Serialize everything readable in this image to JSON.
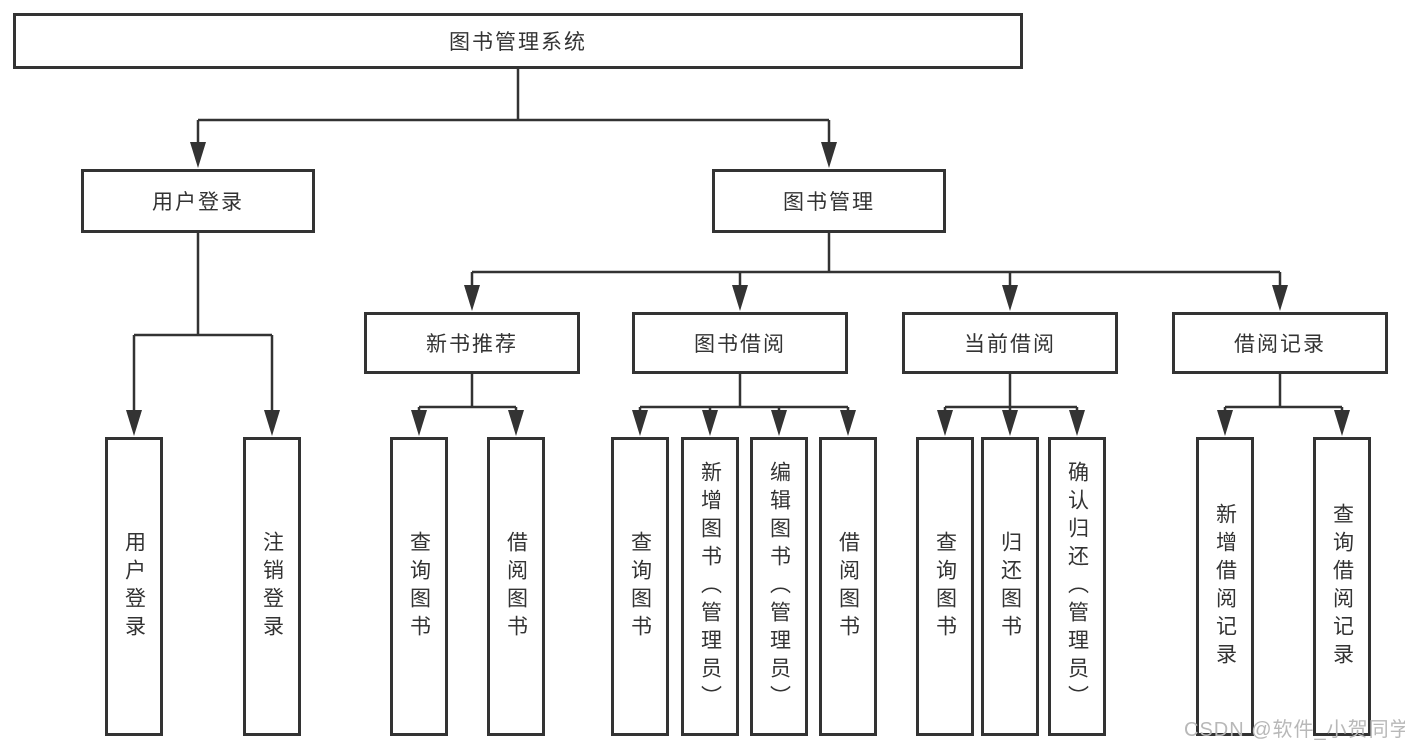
{
  "diagram": {
    "root": {
      "label": "图书管理系统"
    },
    "branches": [
      {
        "label": "用户登录",
        "children": [
          {
            "label": "用户登录"
          },
          {
            "label": "注销登录"
          }
        ]
      },
      {
        "label": "图书管理",
        "sections": [
          {
            "label": "新书推荐",
            "children": [
              {
                "label": "查询图书"
              },
              {
                "label": "借阅图书"
              }
            ]
          },
          {
            "label": "图书借阅",
            "children": [
              {
                "label": "查询图书"
              },
              {
                "label": "新增图书（管理员）"
              },
              {
                "label": "编辑图书（管理员）"
              },
              {
                "label": "借阅图书"
              }
            ]
          },
          {
            "label": "当前借阅",
            "children": [
              {
                "label": "查询图书"
              },
              {
                "label": "归还图书"
              },
              {
                "label": "确认归还（管理员）"
              }
            ]
          },
          {
            "label": "借阅记录",
            "children": [
              {
                "label": "新增借阅记录"
              },
              {
                "label": "查询借阅记录"
              }
            ]
          }
        ]
      }
    ]
  },
  "watermark": {
    "text": "CSDN @软件_小贺同学"
  },
  "colors": {
    "line": "#333333",
    "text": "#333333",
    "background": "#ffffff",
    "watermark_text": "#b8b8b8"
  }
}
